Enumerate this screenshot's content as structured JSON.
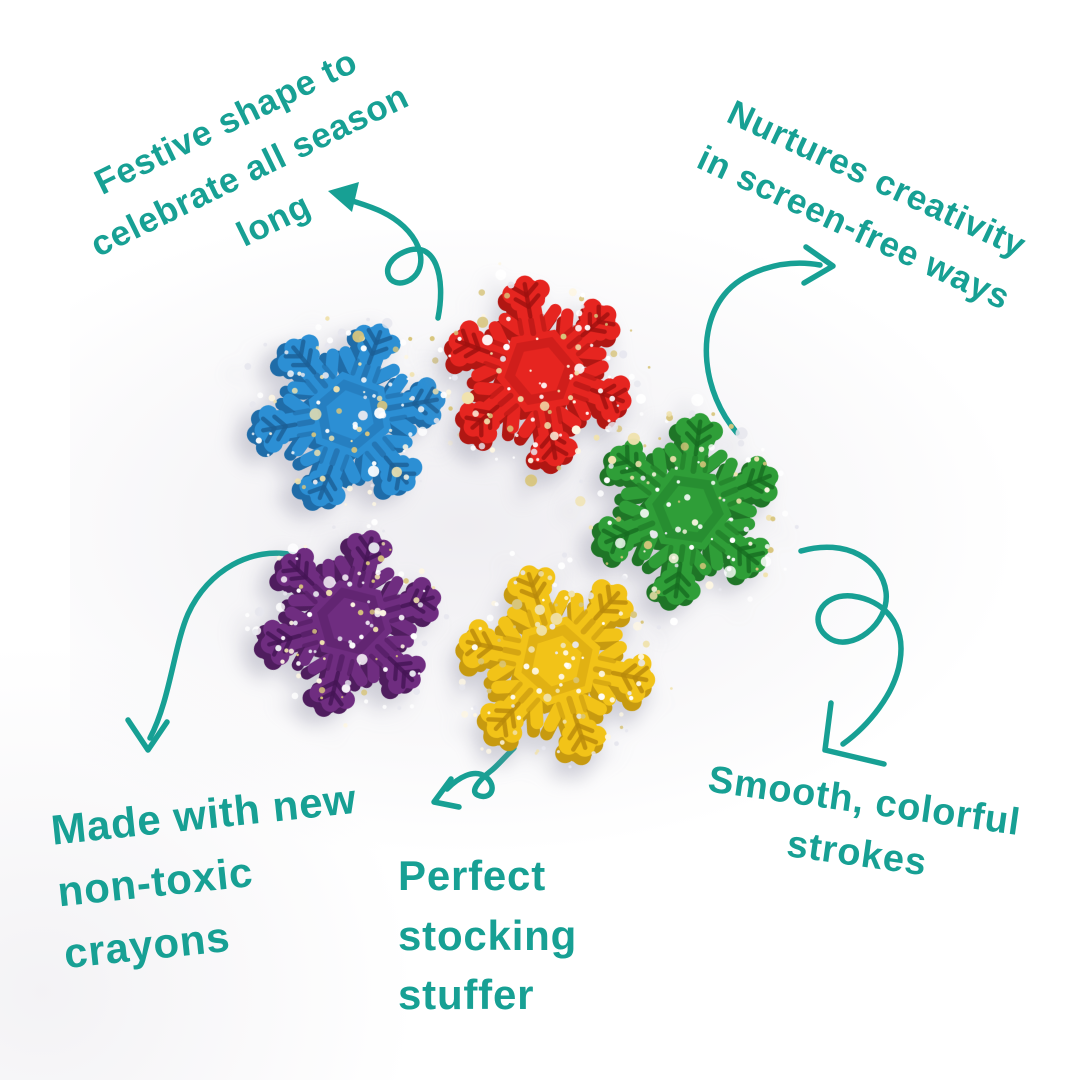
{
  "page": {
    "background_color": "#ffffff",
    "accent_color": "#17a094",
    "description": "Product infographic of five glitter snowflake-shaped crayons with hand-drawn teal arrows and captions"
  },
  "annotations": {
    "festive": {
      "lines": [
        "Festive shape to",
        "celebrate all season",
        "long"
      ]
    },
    "creativity": {
      "lines": [
        "Nurtures creativity",
        "in screen-free ways"
      ]
    },
    "nontoxic": {
      "lines": [
        "Made with new",
        "non-toxic",
        "crayons"
      ]
    },
    "stocking": {
      "lines": [
        "Perfect",
        "stocking",
        "stuffer"
      ]
    },
    "strokes": {
      "lines": [
        "Smooth, colorful",
        "strokes"
      ]
    }
  },
  "crayons": [
    {
      "name": "blue snowflake crayon",
      "face": "#2c8fd4",
      "edge": "#1f6ca8",
      "line": "#1b5e95"
    },
    {
      "name": "red snowflake crayon",
      "face": "#e62520",
      "edge": "#b01713",
      "line": "#9e100f"
    },
    {
      "name": "green snowflake crayon",
      "face": "#2f9e38",
      "edge": "#1f7527",
      "line": "#176b20"
    },
    {
      "name": "purple snowflake crayon",
      "face": "#6f2d80",
      "edge": "#4f1d5e",
      "line": "#441454"
    },
    {
      "name": "yellow snowflake crayon",
      "face": "#f2c318",
      "edge": "#c79a10",
      "line": "#b8880b"
    }
  ],
  "glitter_palette": [
    "#ffffff",
    "#ffffff",
    "#fdf6e3",
    "#f0e2ae",
    "#e7e7ee",
    "#d8c57c"
  ],
  "icons": {
    "style": "hand-drawn curved teal arrows",
    "items": [
      "loop-arrow-up-left",
      "curve-arrow-up-right",
      "curve-arrow-down",
      "small-loop-arrow-down-left",
      "loop-arrow-down-left"
    ]
  }
}
